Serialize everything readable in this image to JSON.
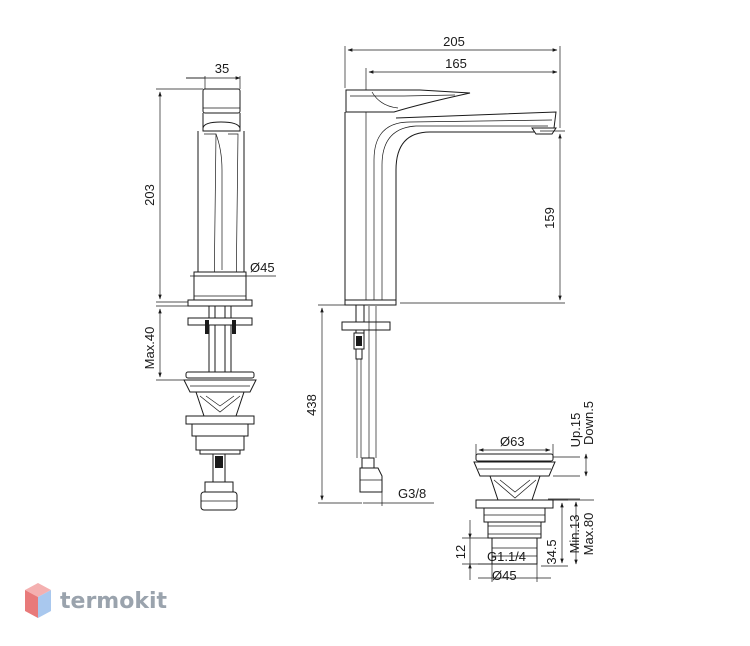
{
  "side_view": {
    "width_label": "35",
    "height_label": "203",
    "base_diameter_label": "Ø45",
    "deck_max_label": "Max.40"
  },
  "front_view": {
    "overall_reach_label": "205",
    "spout_reach_label": "165",
    "outlet_height_label": "159",
    "hose_length_label": "438",
    "hose_thread_label": "G3/8"
  },
  "waste_view": {
    "cap_diameter_label": "Ø63",
    "stroke_label": "Up.15",
    "stroke_down_label": "Down.5",
    "flange_height_label": "12",
    "thread_label": "G1.1/4",
    "body_height_label": "34.5",
    "basin_min_label": "Min.13",
    "basin_max_label": "Max.80",
    "body_diameter_label": "Ø45"
  },
  "logo": {
    "icon": "hexagon-cube-icon",
    "text": "termokit",
    "colors": {
      "top": "#f4b0b0",
      "left": "#e87a7a",
      "right": "#a9c8ee"
    }
  }
}
